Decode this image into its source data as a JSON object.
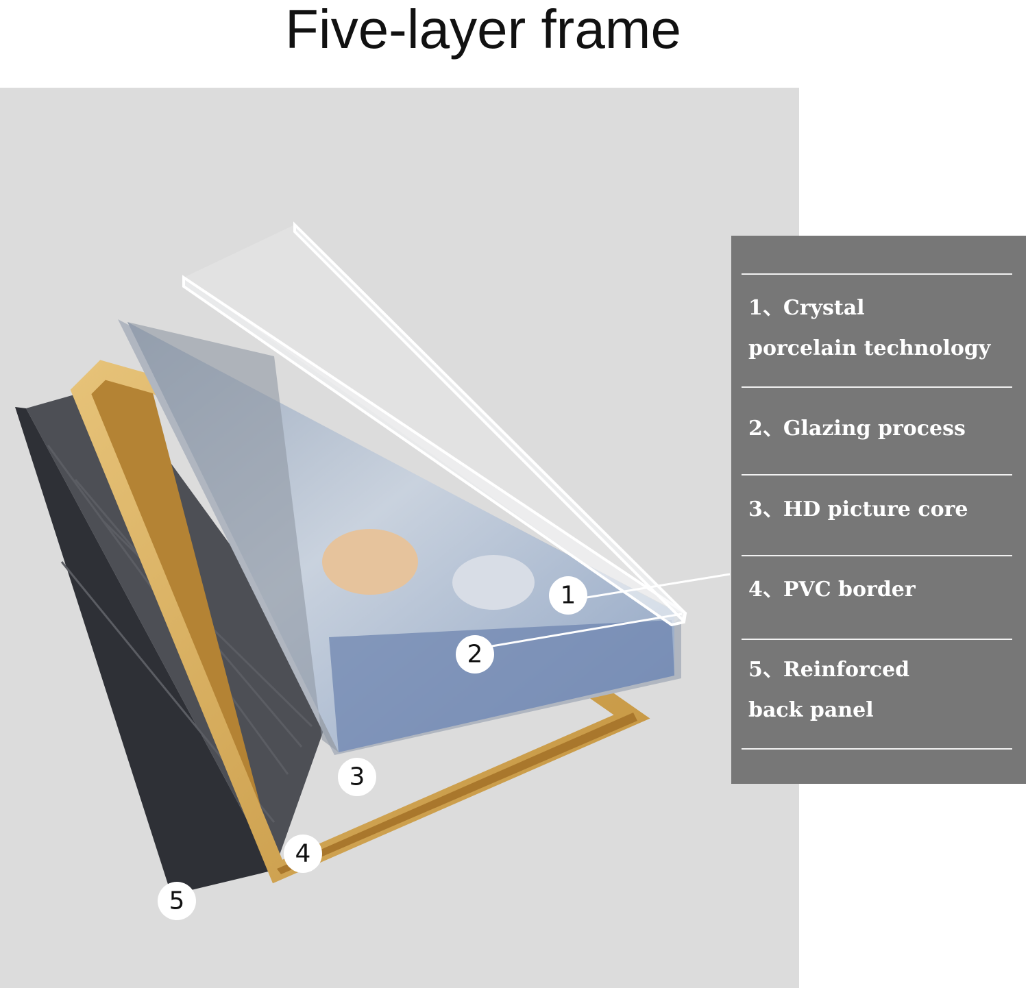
{
  "title": "Five-layer frame",
  "colors": {
    "background_panel": "#dcdcdc",
    "legend_bg": "#777777",
    "legend_text": "#ffffff",
    "frame_gold": "#d7ad55",
    "back_panel": "#4d4f55",
    "glass": "#f4f6f8"
  },
  "badges": [
    "1",
    "2",
    "3",
    "4",
    "5"
  ],
  "legend": {
    "items": [
      "1、Crystal\nporcelain technology",
      "2、Glazing process",
      "3、HD picture core",
      "4、PVC border",
      "5、Reinforced\nback panel"
    ]
  }
}
